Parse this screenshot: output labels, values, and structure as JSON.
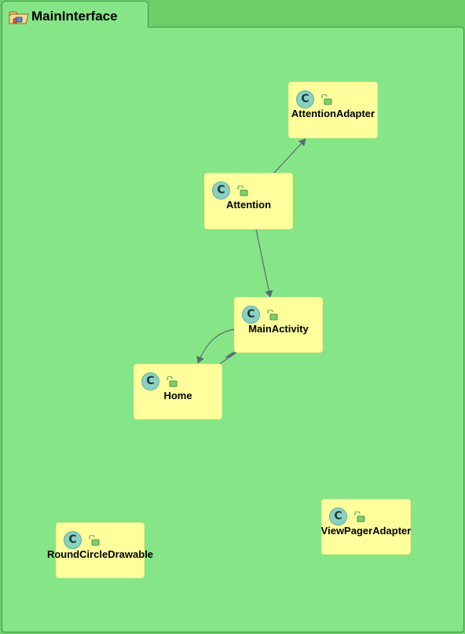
{
  "package": {
    "name": "MainInterface",
    "icon": "package-folder-icon"
  },
  "class_badge": "C",
  "classes": [
    {
      "id": "attentionadapter",
      "name": "AttentionAdapter"
    },
    {
      "id": "attention",
      "name": "Attention"
    },
    {
      "id": "mainactivity",
      "name": "MainActivity"
    },
    {
      "id": "home",
      "name": "Home"
    },
    {
      "id": "viewpageradapter",
      "name": "ViewPagerAdapter"
    },
    {
      "id": "roundcircledrawable",
      "name": "RoundCircleDrawable"
    }
  ],
  "relations": [
    {
      "from": "Attention",
      "to": "AttentionAdapter",
      "type": "association"
    },
    {
      "from": "Attention",
      "to": "MainActivity",
      "type": "association"
    },
    {
      "from": "MainActivity",
      "to": "Home",
      "type": "association"
    },
    {
      "from": "MainActivity",
      "to": "Home",
      "type": "composition"
    }
  ],
  "colors": {
    "background": "#86e586",
    "class_fill": "#fefe9c",
    "badge": "#8ad1c1",
    "edge": "#5a6a70"
  }
}
